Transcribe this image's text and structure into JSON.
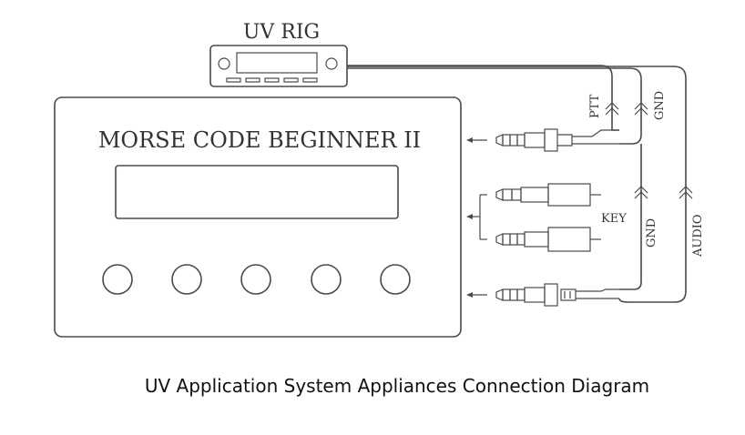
{
  "rig": {
    "label": "UV  RIG"
  },
  "device": {
    "title": "MORSE CODE BEGINNER II"
  },
  "labels": {
    "ptt": "PTT",
    "gnd_top": "GND",
    "key": "KEY",
    "gnd_bottom": "GND",
    "audio": "AUDIO"
  },
  "caption": "UV Application System Appliances Connection Diagram"
}
